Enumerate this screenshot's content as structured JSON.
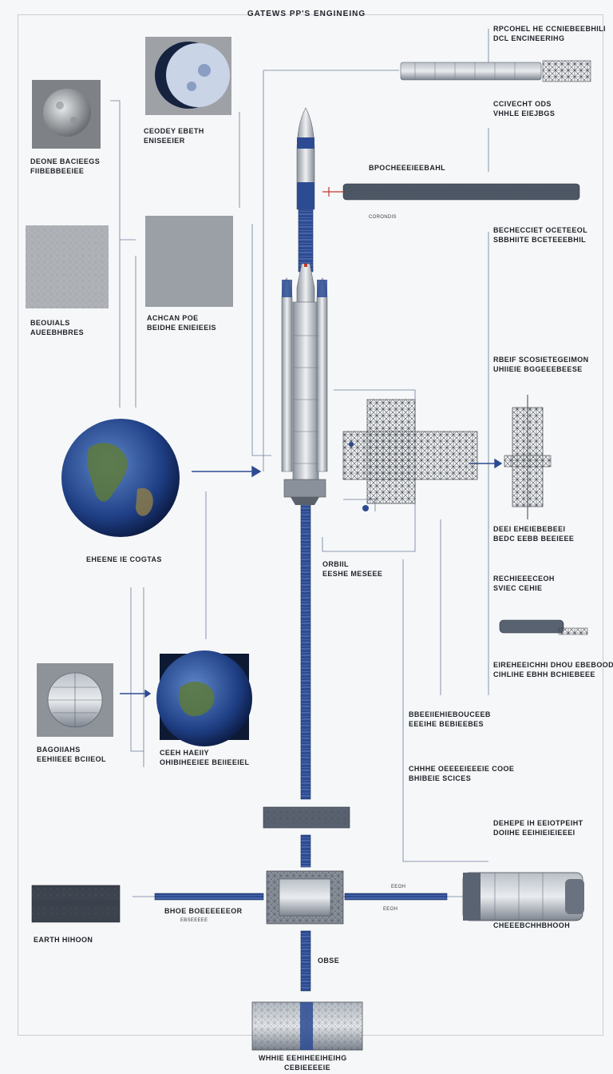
{
  "title": "GATEWS PP'S ENGINEING",
  "labels": {
    "top_right_title_1": "RPCOHEL HE CCNIEBEEBHILI",
    "top_right_title_2": "DCL ENCINEERIHG",
    "right_block_1_1": "CCIVECHT ODS",
    "right_block_1_2": "VHHLE EIEJBGS",
    "hub_module_label": "BPOCHEEEIEEBAHL",
    "hub_module_sub": "CORONDIS",
    "right_block_2_1": "BECHECCIET OCETEEOL",
    "right_block_2_2": "SBBHIITE BCETEEEBHIL",
    "left_top_1": "DEONE BACIEEGS",
    "left_top_2": "FIIBEBBEEIEE",
    "moon_caption_1": "CEODEY EBETH",
    "moon_caption_2": "ENISEEIER",
    "left_mid_1": "BEOUIALS",
    "left_mid_2": "AUEEBHBRES",
    "grey_caption_1": "ACHCAN POE",
    "grey_caption_2": "BEIDHE ENIEIEEIS",
    "right_block_3_1": "RBEIF SCOSIETEGEIMON",
    "right_block_3_2": "UHIIEIE BGGEEEBEESE",
    "earth_caption": "EHEENE IE COGTAS",
    "orbit_label_1": "ORBIIL",
    "orbit_label_2": "EESHE MESEEE",
    "right_block_4_1": "DEEI EHEIEBEBEEI",
    "right_block_4_2": "BEDC EEBB BEEIEEE",
    "right_block_5_1": "RECHIEEECEOH",
    "right_block_5_2": "SVIEC CEHIE",
    "right_block_6_1": "EIREHEEICHHI DHOU EBEBOOD",
    "right_block_6_2": "CIHLIHE EBHH BCHIEBEEE",
    "center_block_1_1": "BBEEIIEHIEBOUCEEB",
    "center_block_1_2": "EEEIHE BEBIEEBES",
    "center_block_2_1": "CHHHE OEEEEIEEEIE COOE",
    "center_block_2_2": "BHIBEIE SCICES",
    "left_low_1": "BAGOIIAHS",
    "left_low_2": "EEHIIEEE BCIIEOL",
    "earth2_caption_1": "CEEH HAEIIY",
    "earth2_caption_2": "OHIBIHEEIEE BEIIEEIEL",
    "right_block_7_1": "DEHEPE IH EEIOTPEIHT",
    "right_block_7_2": "DOIIHE EEIHIEIEIEEEI",
    "hub_left_1": "BHOE BOEEEEEEOR",
    "hub_left_2": "EBSEEEEE",
    "hub_right": "EEOH",
    "hub_right_2": "EEOH",
    "hub_bottom": "OBSE",
    "left_bottom_1": "EARTH HIHOON",
    "cargo_label": "CHEEEBCHHBHOOH",
    "bottom_label_1": "WHHIE EEHIHEEIHEIHG",
    "bottom_label_2": "CEBIEEEEIE"
  },
  "accent_color": "#2c4b93",
  "line_color": "#6b7c9e"
}
